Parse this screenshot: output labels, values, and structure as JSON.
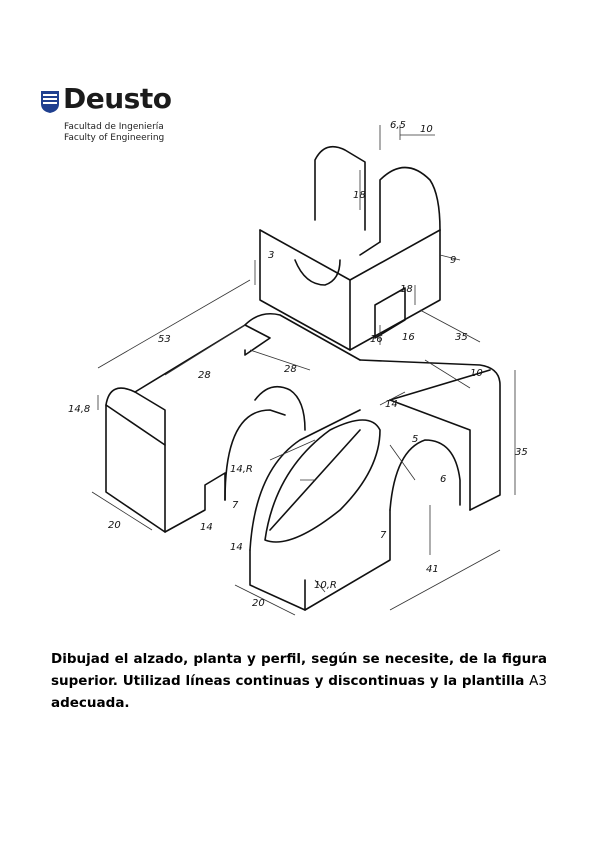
{
  "logo": {
    "name": "Deusto",
    "subtitle_es": "Facultad de Ingeniería",
    "subtitle_en": "Faculty of Engineering",
    "colors": {
      "shield": "#1f3f8f",
      "text": "#1b1b1b"
    }
  },
  "drawing": {
    "dimensions": {
      "d53": "53",
      "d28a": "28",
      "d28b": "28",
      "d14_8": "14,8",
      "d20a": "20",
      "d14a": "14",
      "d7": "7",
      "d14_R": "14,R",
      "d14b": "14",
      "d20b": "20",
      "d10_R": "10,R",
      "d41": "41",
      "d35a": "35",
      "d35b": "35",
      "d10": "10",
      "d14c": "14",
      "d5": "5",
      "d6": "6",
      "d7b": "7",
      "d16a": "16",
      "d16b": "16",
      "d18a": "18",
      "d18b": "18",
      "d9": "9",
      "d3": "3",
      "d6_5": "6,5",
      "d10b": "10"
    }
  },
  "caption": {
    "text_main": "Dibujad el alzado, planta y perfil, según se necesite, de la figura superior. Utilizad líneas continuas y discontinuas y la plantilla ",
    "text_a3": "A3",
    "text_end": " adecuada."
  }
}
